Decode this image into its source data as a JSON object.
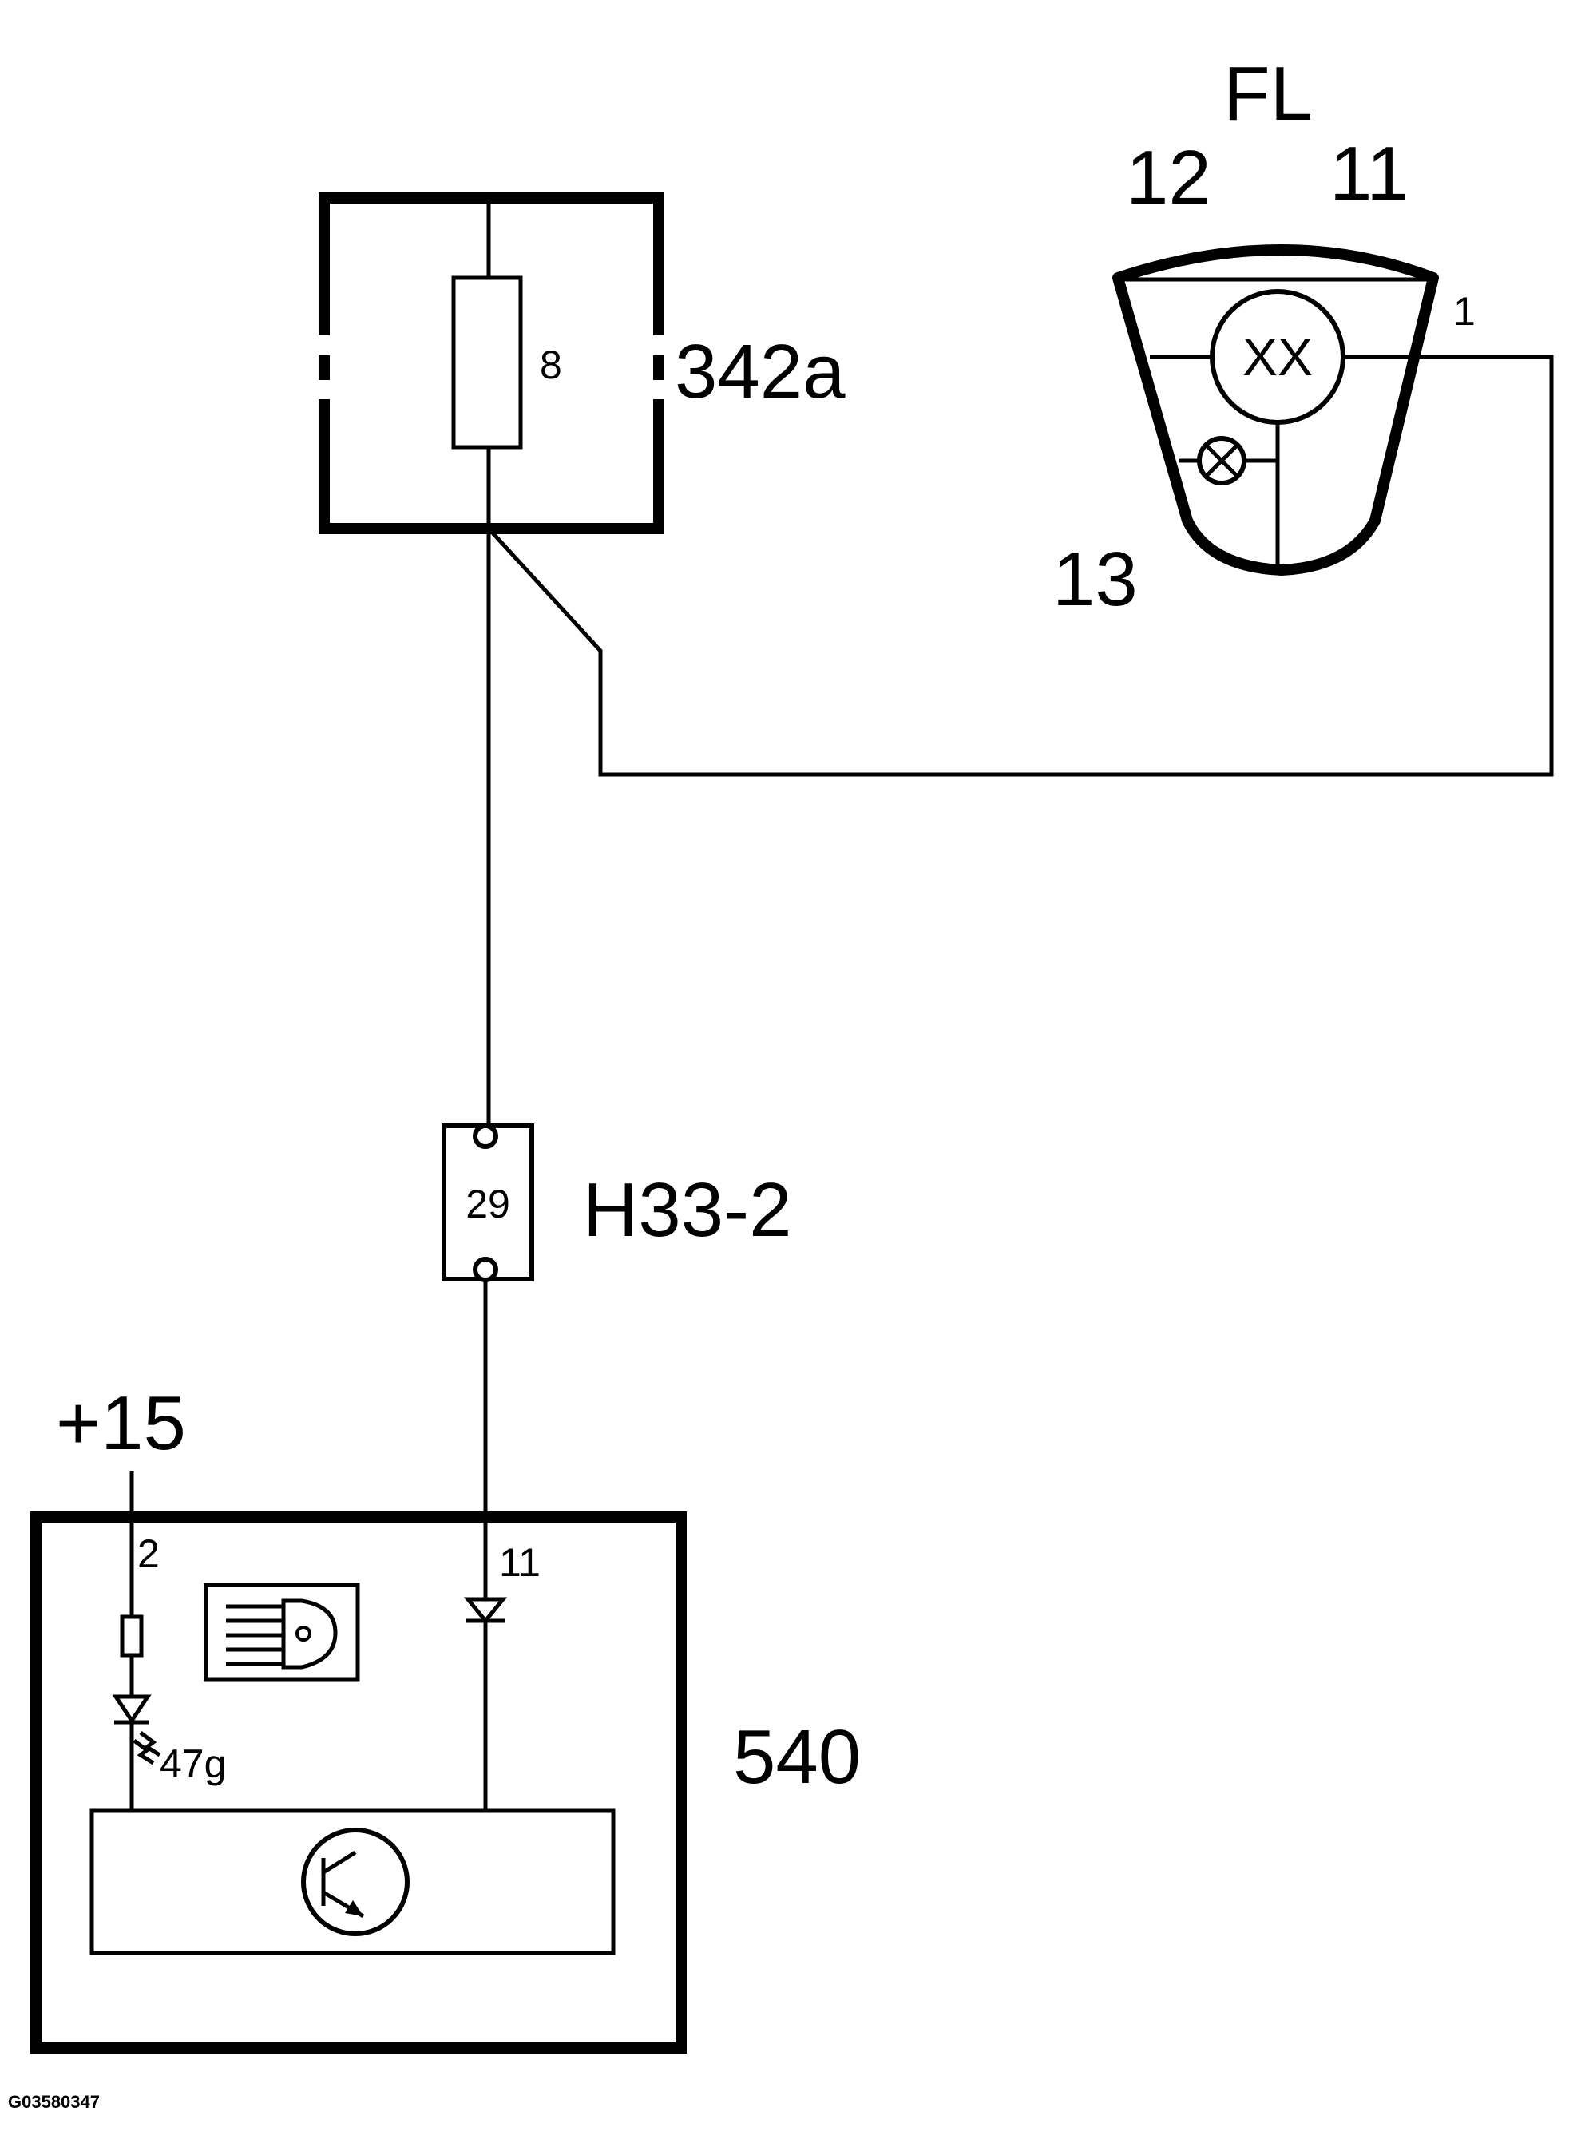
{
  "labels": {
    "fl": "FL",
    "pin12": "12",
    "pin11_top": "11",
    "pin1": "1",
    "pin13": "13",
    "lamp_xx": "XX",
    "fuse_num": "8",
    "fuse_box": "342a",
    "connector_pin": "29",
    "connector": "H33-2",
    "supply": "+15",
    "module_pin2": "2",
    "module_pin11": "11",
    "led_ref": "47g",
    "module": "540",
    "figure_id": "G03580347"
  }
}
